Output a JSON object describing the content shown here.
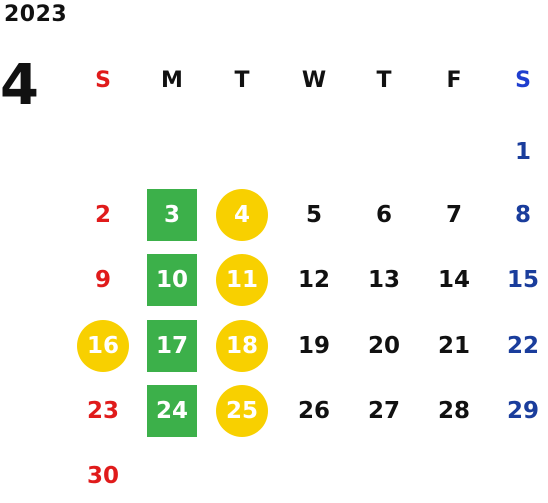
{
  "calendar": {
    "year": "2023",
    "month": "4",
    "weekdays": [
      "S",
      "M",
      "T",
      "W",
      "T",
      "F",
      "S"
    ],
    "weeks": [
      [
        "",
        "",
        "",
        "",
        "",
        "",
        "1"
      ],
      [
        "2",
        "3",
        "4",
        "5",
        "6",
        "7",
        "8"
      ],
      [
        "9",
        "10",
        "11",
        "12",
        "13",
        "14",
        "15"
      ],
      [
        "16",
        "17",
        "18",
        "19",
        "20",
        "21",
        "22"
      ],
      [
        "23",
        "24",
        "25",
        "26",
        "27",
        "28",
        "29"
      ],
      [
        "30",
        "",
        "",
        "",
        "",
        "",
        ""
      ]
    ],
    "highlight_square_days": [
      "3",
      "10",
      "17",
      "24"
    ],
    "highlight_circle_days": [
      "4",
      "11",
      "16",
      "18",
      "25"
    ],
    "colors": {
      "sunday": "#e01b1b",
      "saturday": "#1a3d9c",
      "weekday": "#111111",
      "square_highlight": "#3cb04a",
      "circle_highlight": "#f8d000"
    }
  }
}
